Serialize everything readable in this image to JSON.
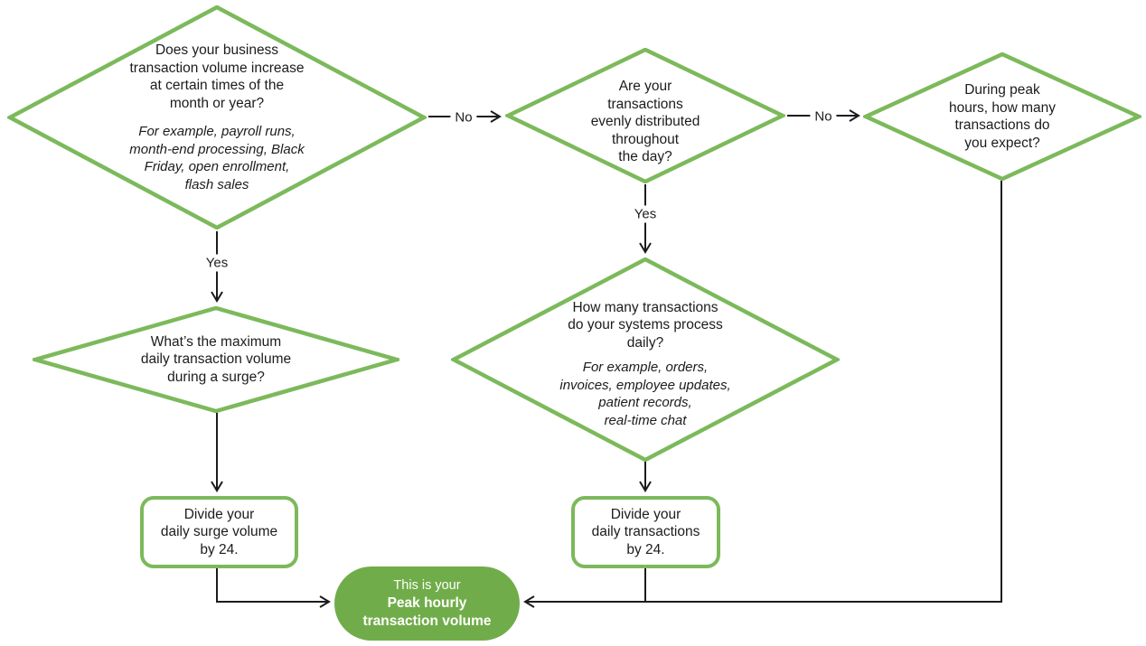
{
  "colors": {
    "shape_stroke_green": "#7cb95b",
    "result_fill_green": "#70ad4a",
    "text_dark": "#1c1c1c",
    "connector_black": "#1c1c1c",
    "background": "#ffffff"
  },
  "nodes": {
    "seasonal": {
      "question": [
        "Does your business",
        "transaction volume increase",
        "at certain times of the",
        "month or year?"
      ],
      "example": [
        "For example, payroll runs,",
        "month-end processing, Black",
        "Friday, open enrollment,",
        "flash sales"
      ]
    },
    "evenly": {
      "question": [
        "Are your",
        "transactions",
        "evenly distributed",
        "throughout",
        "the day?"
      ]
    },
    "peak_hours": {
      "question": [
        "During peak",
        "hours, how many",
        "transactions do",
        "you expect?"
      ]
    },
    "surge_max": {
      "question": [
        "What’s the maximum",
        "daily transaction volume",
        "during a surge?"
      ]
    },
    "daily_count": {
      "question": [
        "How many transactions",
        "do your systems process",
        "daily?"
      ],
      "example": [
        "For example, orders,",
        "invoices, employee updates,",
        "patient records,",
        "real-time chat"
      ]
    },
    "divide_surge": {
      "text": [
        "Divide your",
        "daily surge volume",
        "by 24."
      ]
    },
    "divide_daily": {
      "text": [
        "Divide your",
        "daily transactions",
        "by 24."
      ]
    },
    "result": {
      "intro": "This is your",
      "emphasis": [
        "Peak hourly",
        "transaction volume"
      ]
    }
  },
  "edge_labels": {
    "seasonal_no": "No",
    "seasonal_yes": "Yes",
    "evenly_no": "No",
    "evenly_yes": "Yes"
  }
}
